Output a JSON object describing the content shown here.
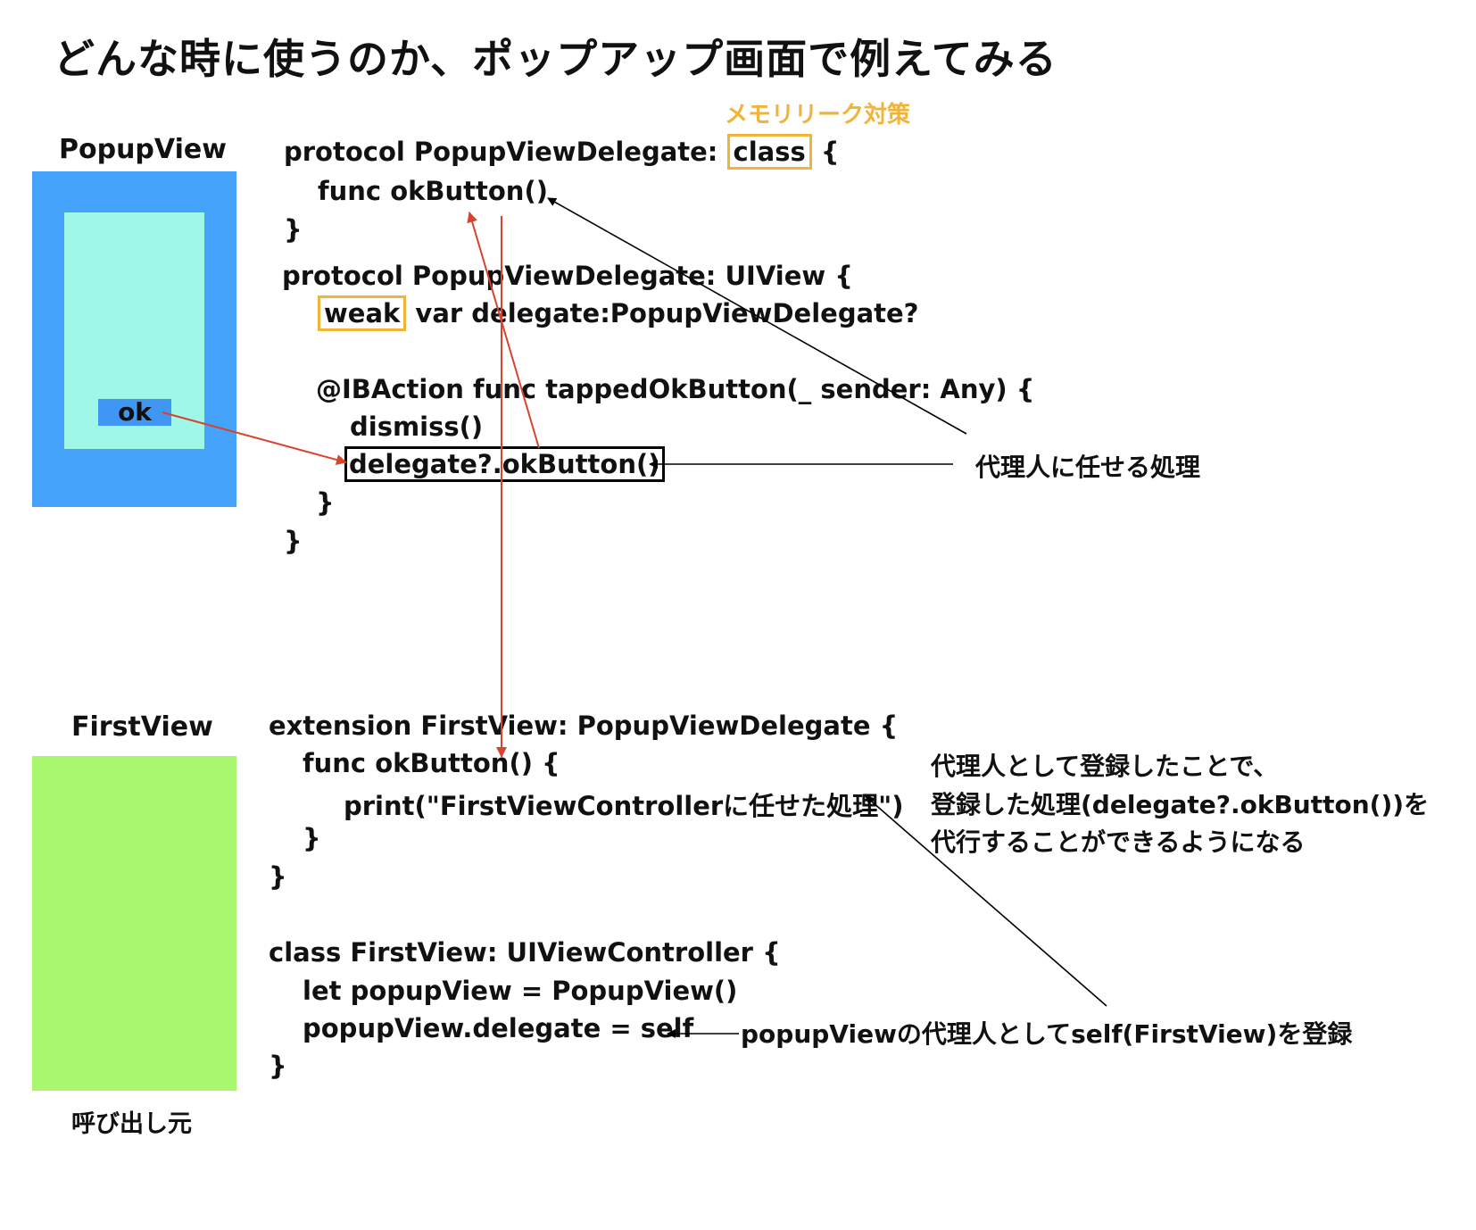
{
  "title": "どんな時に使うのか、ポップアップ画面で例えてみる",
  "memory_note": "メモリリーク対策",
  "popup": {
    "label": "PopupView",
    "ok_label": "ok",
    "colors": {
      "outer": "#46a3fb",
      "inner": "#9ef7e7",
      "button": "#3f97f3"
    }
  },
  "first": {
    "label": "FirstView",
    "caption": "呼び出し元",
    "color": "#a9f76c"
  },
  "code_top": {
    "line1_pre": "protocol PopupViewDelegate: ",
    "line1_kw": "class",
    "line1_post": " {",
    "line2": "func okButton()",
    "line3": "}",
    "line4": "protocol PopupViewDelegate: UIView {",
    "line5_kw": "weak",
    "line5_post": " var delegate:PopupViewDelegate?",
    "line6": "@IBAction func tappedOkButton(_ sender: Any) {",
    "line7": "dismiss()",
    "line8": "delegate?.okButton()",
    "line9": "}",
    "line10": "}"
  },
  "code_bottom": {
    "line1": "extension FirstView: PopupViewDelegate {",
    "line2": "func okButton() {",
    "line3": "print(\"FirstViewControllerに任せた処理\")",
    "line4": "}",
    "line5": "}",
    "line6": "class FirstView: UIViewController {",
    "line7": "let popupView = PopupView()",
    "line8": "popupView.delegate = self",
    "line9": "}"
  },
  "annotations": {
    "delegate_task": "代理人に任せる処理",
    "register_line1": "代理人として登録したことで、",
    "register_line2": "登録した処理(delegate?.okButton())を",
    "register_line3": "代行することができるようになる",
    "self_register": "popupViewの代理人としてself(FirstView)を登録"
  },
  "colors": {
    "highlight": "#f0b43a",
    "red_arrow": "#d9432c",
    "black": "#000000"
  }
}
